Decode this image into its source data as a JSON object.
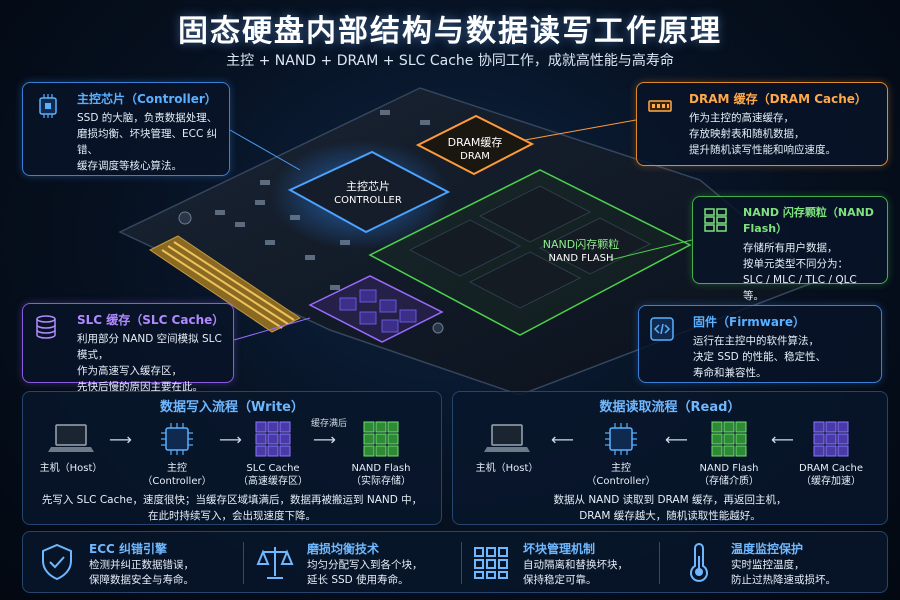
{
  "header": {
    "title": "固态硬盘内部结构与数据读写工作原理",
    "subtitle": "主控 + NAND + DRAM + SLC Cache 协同工作，成就高性能与高寿命"
  },
  "board_labels": {
    "controller_cn": "主控芯片",
    "controller_en": "CONTROLLER",
    "dram_cn": "DRAM缓存",
    "dram_en": "DRAM",
    "nand_cn": "NAND闪存颗粒",
    "nand_en": "NAND FLASH"
  },
  "callouts": {
    "controller": {
      "title": "主控芯片（Controller）",
      "body": "SSD 的大脑，负责数据处理、\n磨损均衡、坏块管理、ECC 纠错、\n缓存调度等核心算法。",
      "icon": "chip-icon"
    },
    "dram": {
      "title": "DRAM 缓存（DRAM Cache）",
      "body": "作为主控的高速缓存，\n存放映射表和随机数据，\n提升随机读写性能和响应速度。",
      "icon": "memory-icon"
    },
    "nand": {
      "title": "NAND 闪存颗粒（NAND Flash）",
      "body": "存储所有用户数据，\n按单元类型不同分为：\nSLC / MLC / TLC / QLC 等。",
      "icon": "grid-icon"
    },
    "slc": {
      "title": "SLC 缓存（SLC Cache）",
      "body": "利用部分 NAND 空间模拟 SLC 模式，\n作为高速写入缓存区，\n先快后慢的原因主要在此。",
      "icon": "database-icon"
    },
    "firmware": {
      "title": "固件（Firmware）",
      "body": "运行在主控中的软件算法，\n决定 SSD 的性能、稳定性、\n寿命和兼容性。",
      "icon": "code-icon"
    }
  },
  "write_flow": {
    "title": "数据写入流程（Write）",
    "nodes": [
      {
        "label": "主机（Host）",
        "sub": ""
      },
      {
        "label": "主控",
        "sub": "（Controller）"
      },
      {
        "label": "SLC Cache",
        "sub": "（高速缓存区）"
      },
      {
        "label": "NAND Flash",
        "sub": "（实际存储）"
      }
    ],
    "arrow_note": "缓存满后",
    "description": "先写入 SLC Cache，速度很快；当缓存区域填满后，数据再被搬运到 NAND 中，\n在此时持续写入，会出现速度下降。"
  },
  "read_flow": {
    "title": "数据读取流程（Read）",
    "nodes": [
      {
        "label": "主机（Host）",
        "sub": ""
      },
      {
        "label": "主控",
        "sub": "（Controller）"
      },
      {
        "label": "NAND Flash",
        "sub": "（存储介质）"
      },
      {
        "label": "DRAM Cache",
        "sub": "（缓存加速）"
      }
    ],
    "description": "数据从 NAND 读取到 DRAM 缓存，再返回主机，\nDRAM 缓存越大，随机读取性能越好。"
  },
  "features": [
    {
      "title": "ECC 纠错引擎",
      "desc": "检测并纠正数据错误，\n保障数据安全与寿命。",
      "icon": "shield-icon"
    },
    {
      "title": "磨损均衡技术",
      "desc": "均匀分配写入到各个块，\n延长 SSD 使用寿命。",
      "icon": "balance-scale-icon"
    },
    {
      "title": "坏块管理机制",
      "desc": "自动隔离和替换坏块，\n保持稳定可靠。",
      "icon": "block-grid-icon"
    },
    {
      "title": "温度监控保护",
      "desc": "实时监控温度，\n防止过热降速或损坏。",
      "icon": "thermometer-icon"
    }
  ],
  "colors": {
    "controller": "#3b7fd6",
    "dram": "#e08a2a",
    "nand": "#43b14a",
    "slc": "#8a5be0",
    "accent_text": "#6fb8ff"
  }
}
